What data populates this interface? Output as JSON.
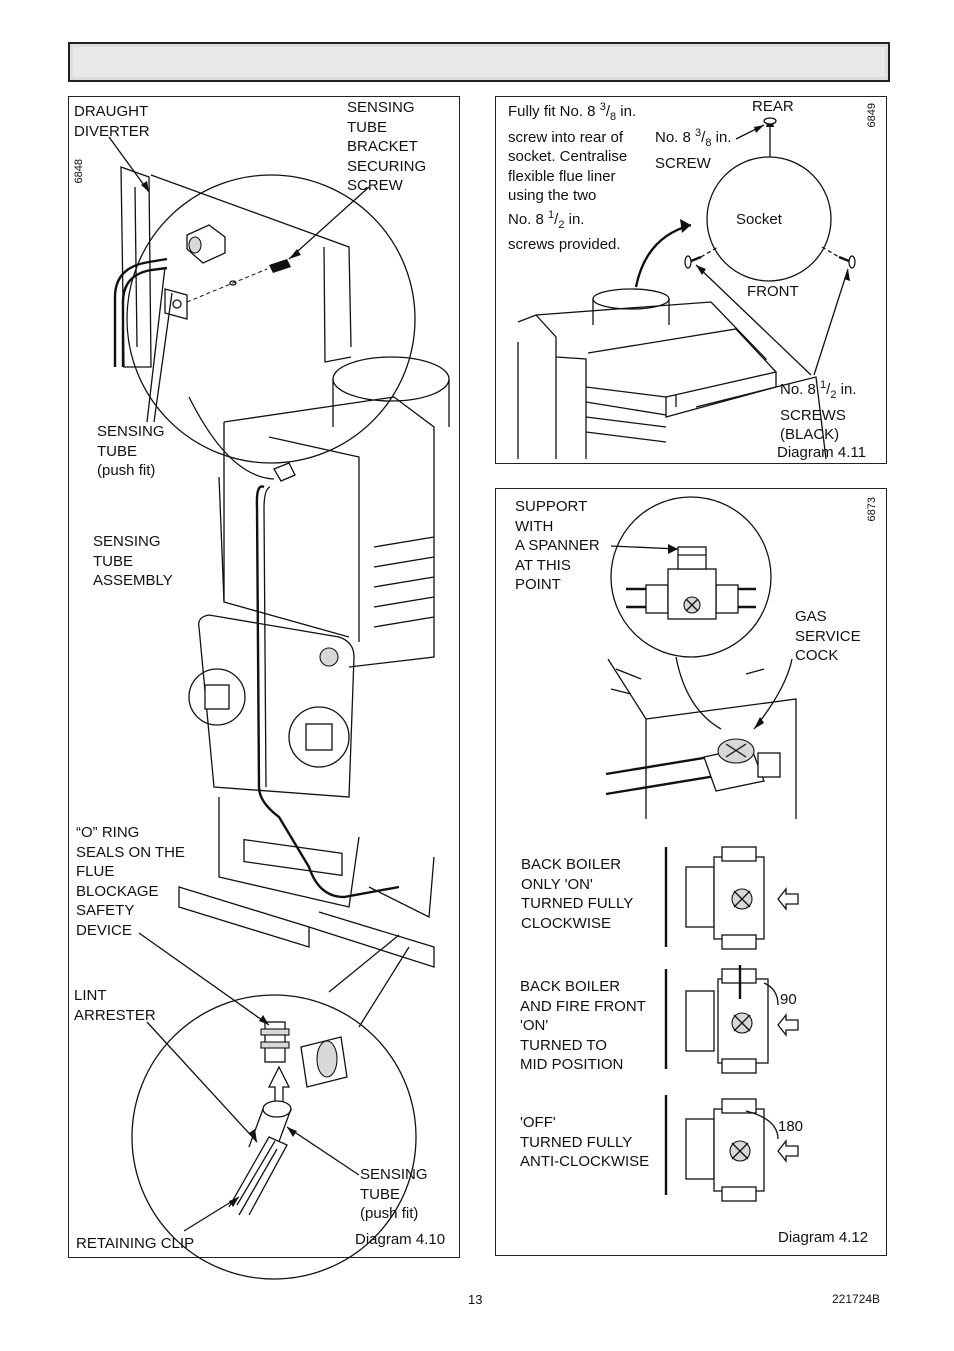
{
  "page": {
    "number": "13",
    "doc_code": "221724B"
  },
  "diagram_4_10": {
    "caption": "Diagram 4.10",
    "ref": "6848",
    "labels": {
      "draught_diverter": "DRAUGHT\nDIVERTER",
      "bracket_screw": "SENSING\nTUBE\nBRACKET\nSECURING\nSCREW",
      "sensing_tube_top": "SENSING\nTUBE\n(push fit)",
      "sensing_tube_assembly": "SENSING\nTUBE\nASSEMBLY",
      "o_ring": "“O” RING\nSEALS ON THE\nFLUE\nBLOCKAGE\nSAFETY\nDEVICE",
      "lint_arrester": "LINT\nARRESTER",
      "sensing_tube_bottom": "SENSING\nTUBE\n(push fit)",
      "retaining_clip": "RETAINING CLIP"
    }
  },
  "diagram_4_11": {
    "caption": "Diagram 4.11",
    "ref": "6849",
    "instruction": {
      "line1_a": "Fully fit No. 8 ",
      "line1_sup": "3",
      "line1_slash": "/",
      "line1_sub": "8",
      "line1_b": " in.",
      "line2": "screw into rear of",
      "line3": "socket. Centralise",
      "line4": "flexible flue liner",
      "line5": "using the two",
      "line6_a": "No. 8 ",
      "line6_sup": "1",
      "line6_slash": "/",
      "line6_sub": "2",
      "line6_b": " in.",
      "line7": "screws provided."
    },
    "rear": "REAR",
    "screw_a": "No. 8 ",
    "screw_sup": "3",
    "screw_slash": "/",
    "screw_sub": "8",
    "screw_b": " in.",
    "screw_word": "SCREW",
    "socket": "Socket",
    "front": "FRONT",
    "screws_a": "No. 8 ",
    "screws_sup": "1",
    "screws_slash": "/",
    "screws_sub": "2",
    "screws_b": " in.",
    "screws_line2": "SCREWS",
    "screws_line3": "(BLACK)"
  },
  "diagram_4_12": {
    "caption": "Diagram 4.12",
    "ref": "6873",
    "support": "SUPPORT\nWITH\nA SPANNER\nAT THIS\nPOINT",
    "gas_cock": "GAS\nSERVICE\nCOCK",
    "state_1": "BACK BOILER\nONLY 'ON'\nTURNED FULLY\nCLOCKWISE",
    "state_2": "BACK BOILER\nAND FIRE FRONT\n'ON'\nTURNED TO\nMID POSITION",
    "state_3": "'OFF'\nTURNED FULLY\nANTI-CLOCKWISE",
    "angle_90": "90",
    "angle_180": "180"
  }
}
